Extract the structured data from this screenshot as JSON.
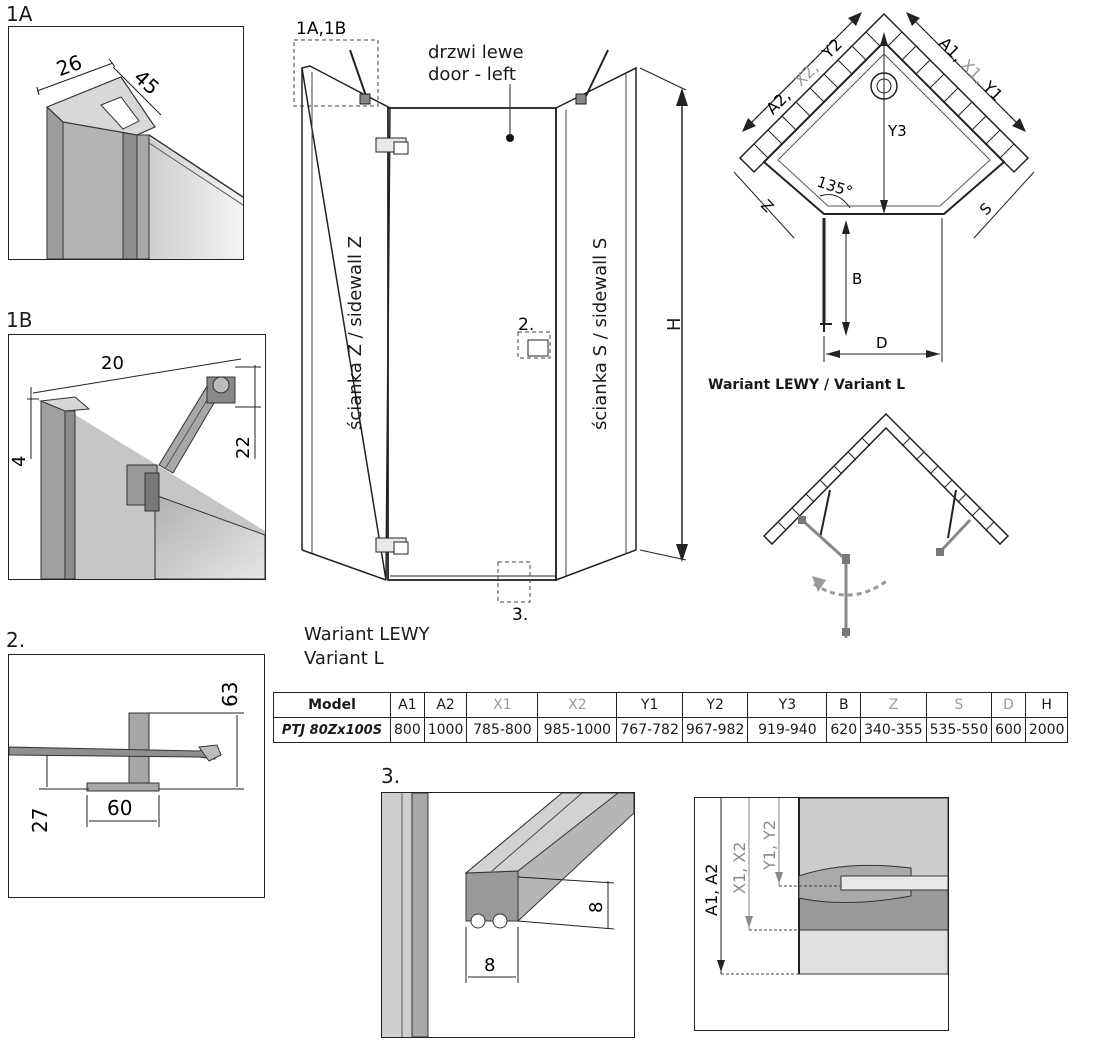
{
  "labels": {
    "detail_1a": "1A",
    "detail_1b": "1B",
    "detail_2": "2.",
    "detail_3": "3.",
    "callout_1a1b": "1A,1B",
    "callout_2": "2.",
    "callout_3": "3."
  },
  "detail_1a": {
    "dim_a": "26",
    "dim_b": "45"
  },
  "detail_1b": {
    "dim_a": "20",
    "dim_b": "4",
    "dim_c": "22"
  },
  "detail_2": {
    "dim_a": "63",
    "dim_b": "27",
    "dim_c": "60"
  },
  "detail_3": {
    "dim_a": "8",
    "dim_b": "8"
  },
  "front_view": {
    "door_line1": "drzwi lewe",
    "door_line2": "door - left",
    "wall_z": "ścianka Z / sidewall Z",
    "wall_s": "ścianka S / sidewall S",
    "height": "H"
  },
  "variant_caption": {
    "line1": "Wariant LEWY",
    "line2": "Variant L"
  },
  "plan_view": {
    "left_side": "A2, X2, Y2",
    "left_side_a": "A2,",
    "left_side_x": "X2,",
    "left_side_y": "Y2",
    "right_side_a": "A1,",
    "right_side_x": "X1,",
    "right_side_y": "Y1",
    "y3": "Y3",
    "z": "Z",
    "s": "S",
    "angle": "135°",
    "b": "B",
    "d": "D",
    "caption": "Wariant LEWY / Variant L"
  },
  "measure_detail": {
    "a_label": "A1, A2",
    "x_label": "X1, X2",
    "y_label": "Y1, Y2"
  },
  "table": {
    "headers": [
      "Model",
      "A1",
      "A2",
      "X1",
      "X2",
      "Y1",
      "Y2",
      "Y3",
      "B",
      "Z",
      "S",
      "D",
      "H"
    ],
    "row": [
      "PTJ 80Zx100S",
      "800",
      "1000",
      "785-800",
      "985-1000",
      "767-782",
      "967-982",
      "919-940",
      "620",
      "340-355",
      "535-550",
      "600",
      "2000"
    ]
  },
  "colors": {
    "line": "#1a1a1a",
    "glass": "#c8c8c8",
    "grey_text": "#9a9a9a",
    "arrow_grey": "#8a8a8a"
  }
}
